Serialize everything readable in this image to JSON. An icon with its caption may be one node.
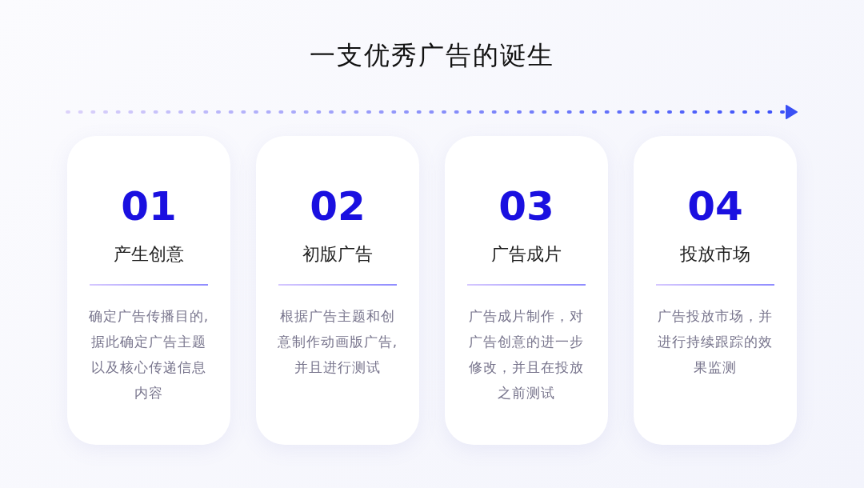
{
  "diagram": {
    "title": "一支优秀广告的诞生",
    "nodes": [
      {
        "text": [
          "01",
          "产生创意",
          "确定广告传播目的,据此确定广告主题以及核心传递信息内容"
        ]
      },
      {
        "text": [
          "02",
          "初版广告",
          "根据广告主题和创意制作动画版广告,并且进行测试"
        ]
      },
      {
        "text": [
          "03",
          "广告成片",
          "广告成片制作，对广告创意的进一步修改，并且在投放之前测试"
        ]
      },
      {
        "text": [
          "04",
          "投放市场",
          "广告投放市场，并进行持续跟踪的效果监测"
        ]
      }
    ]
  }
}
